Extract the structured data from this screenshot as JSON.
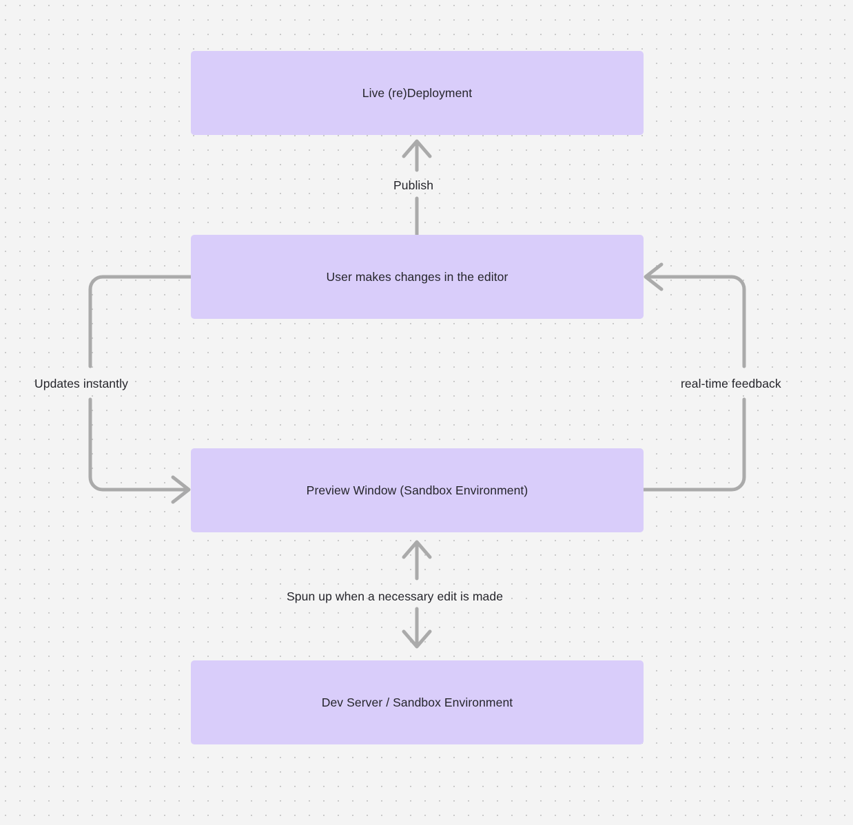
{
  "diagram": {
    "type": "flowchart",
    "title": "Live deployment / preview sandbox loop",
    "background_color": "#f4f4f4",
    "node_fill_color": "#d9cdfa",
    "edge_color": "#aaaaaa",
    "text_color": "#25252b",
    "nodes": [
      {
        "id": "live",
        "label": "Live (re)Deployment"
      },
      {
        "id": "editor",
        "label": "User makes changes in the editor"
      },
      {
        "id": "preview",
        "label": "Preview Window (Sandbox Environment)"
      },
      {
        "id": "devserver",
        "label": "Dev Server / Sandbox Environment"
      }
    ],
    "edges": [
      {
        "id": "publish",
        "from": "editor",
        "to": "live",
        "label": "Publish",
        "direction": "up"
      },
      {
        "id": "updates",
        "from": "editor",
        "to": "preview",
        "label": "Updates instantly",
        "direction": "left-loop-down"
      },
      {
        "id": "realtime",
        "from": "preview",
        "to": "editor",
        "label": "real-time feedback",
        "direction": "right-loop-up"
      },
      {
        "id": "spun-up",
        "from": "preview",
        "to": "devserver",
        "label": "Spun up when a necessary edit is made",
        "direction": "bidirectional"
      }
    ]
  }
}
